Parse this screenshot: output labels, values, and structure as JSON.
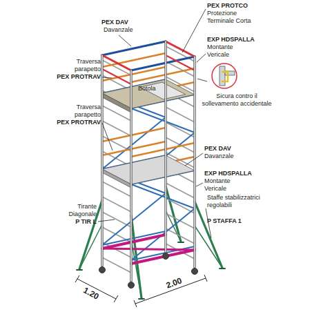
{
  "diagram": {
    "labels": [
      "PEX PROTCO",
      "Protezione Terminale Corta",
      "PEX DAV",
      "Davanzale",
      "EXP HDSPALLA",
      "Montante Vericale",
      "Traversa parapetto",
      "PEX PROTRAV",
      "Botola",
      "Sicura contro il sollevamento accidentale",
      "Traversa parapetto",
      "PEX PROTRAV",
      "PEX DAV",
      "Davanzale",
      "EXP HDSPALLA",
      "Montante Vericale",
      "Tirante Diagonale",
      "P TIR L",
      "Staffe stabilizzatrici regolabili",
      "P STAFFA 1",
      "1.20",
      "2.00"
    ]
  }
}
